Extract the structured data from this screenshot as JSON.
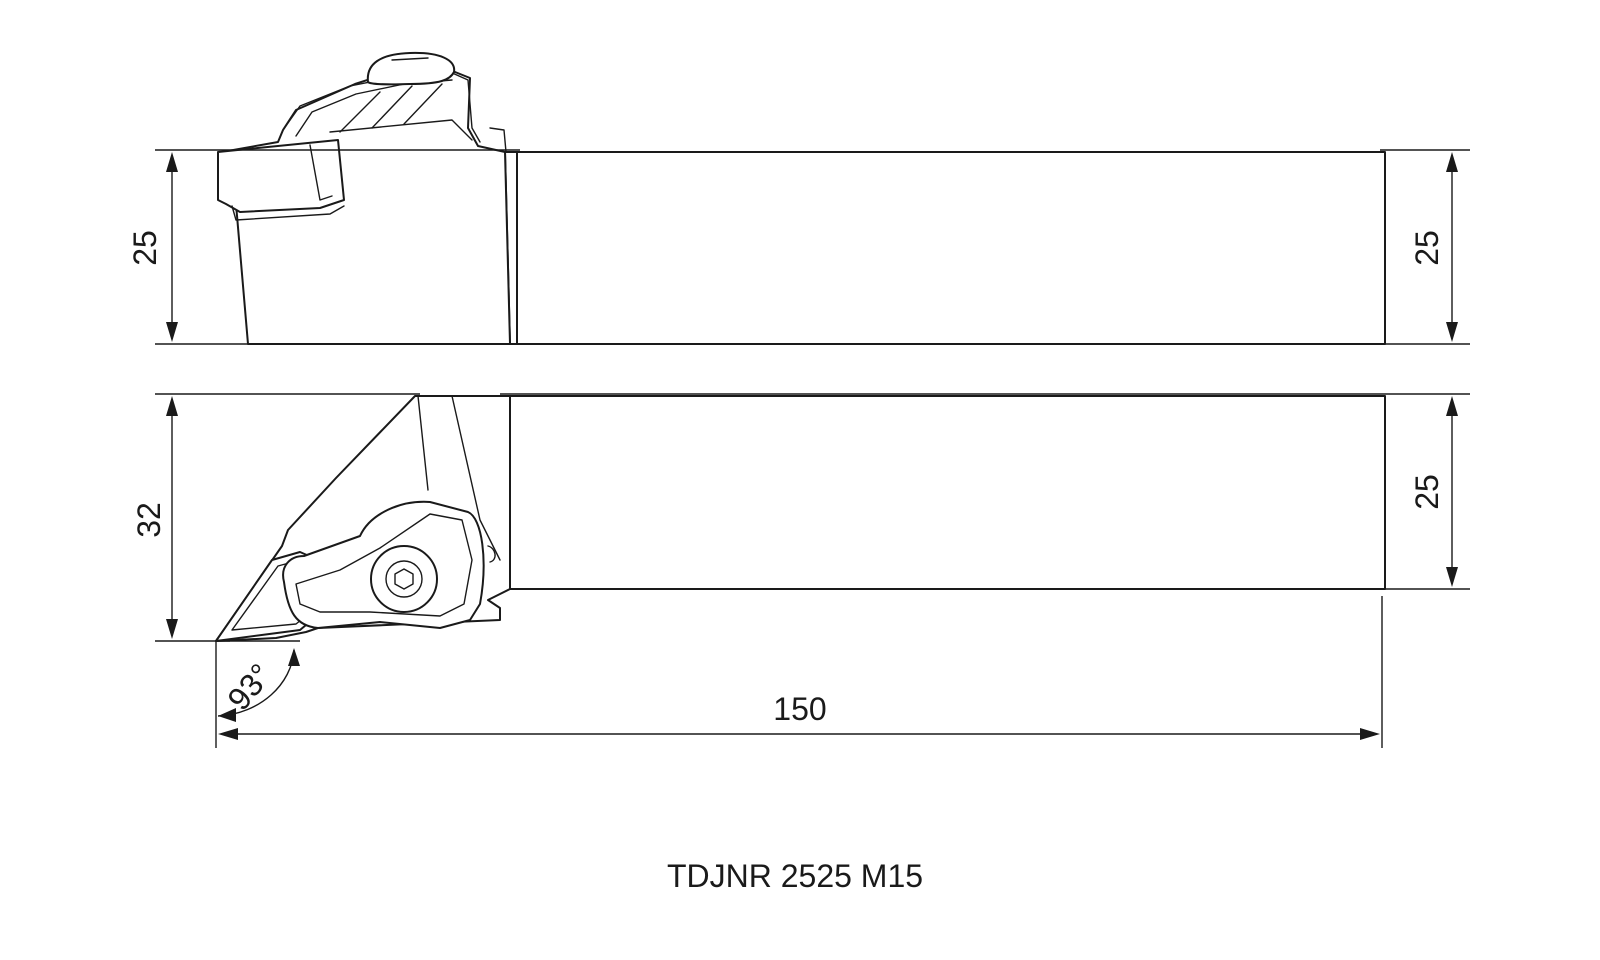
{
  "dimensions": {
    "top_left_height": "25",
    "top_right_height": "25",
    "bottom_left_width": "32",
    "bottom_right_height": "25",
    "overall_length": "150",
    "approach_angle": "93°"
  },
  "caption": "TDJNR 2525 M15"
}
